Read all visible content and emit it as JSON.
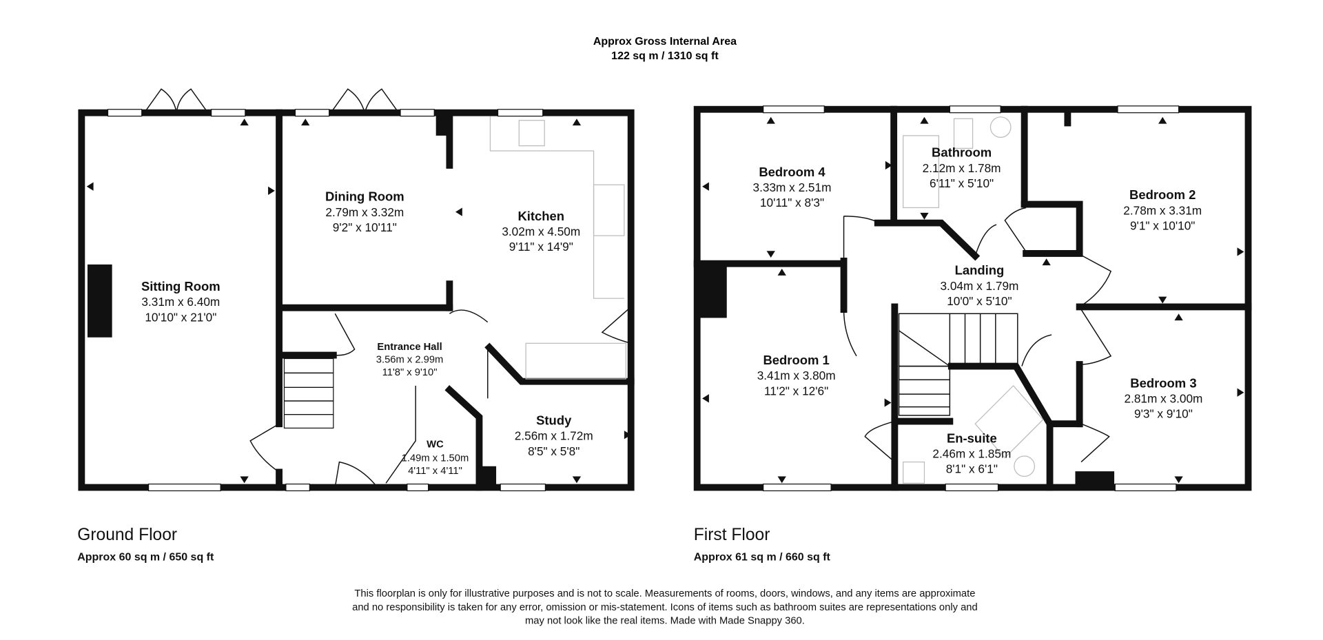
{
  "header": {
    "title": "Approx Gross Internal Area",
    "area": "122 sq m / 1310 sq ft"
  },
  "ground_floor": {
    "label": "Ground Floor",
    "area": "Approx 60 sq m / 650 sq ft",
    "rooms": [
      {
        "name": "Sitting Room",
        "metric": "3.31m x 6.40m",
        "imperial": "10'10\" x 21'0\""
      },
      {
        "name": "Dining Room",
        "metric": "2.79m x 3.32m",
        "imperial": "9'2\" x 10'11\""
      },
      {
        "name": "Kitchen",
        "metric": "3.02m x 4.50m",
        "imperial": "9'11\" x 14'9\""
      },
      {
        "name": "Entrance Hall",
        "metric": "3.56m x 2.99m",
        "imperial": "11'8\" x 9'10\""
      },
      {
        "name": "Study",
        "metric": "2.56m x 1.72m",
        "imperial": "8'5\" x 5'8\""
      },
      {
        "name": "WC",
        "metric": "1.49m x 1.50m",
        "imperial": "4'11\" x 4'11\""
      }
    ]
  },
  "first_floor": {
    "label": "First Floor",
    "area": "Approx 61 sq m / 660 sq ft",
    "rooms": [
      {
        "name": "Bedroom 4",
        "metric": "3.33m x 2.51m",
        "imperial": "10'11\" x 8'3\""
      },
      {
        "name": "Bathroom",
        "metric": "2.12m x 1.78m",
        "imperial": "6'11\" x 5'10\""
      },
      {
        "name": "Bedroom 2",
        "metric": "2.78m x 3.31m",
        "imperial": "9'1\" x 10'10\""
      },
      {
        "name": "Landing",
        "metric": "3.04m x 1.79m",
        "imperial": "10'0\" x 5'10\""
      },
      {
        "name": "Bedroom 1",
        "metric": "3.41m x 3.80m",
        "imperial": "11'2\" x 12'6\""
      },
      {
        "name": "Bedroom 3",
        "metric": "2.81m x 3.00m",
        "imperial": "9'3\" x 9'10\""
      },
      {
        "name": "En-suite",
        "metric": "2.46m x 1.85m",
        "imperial": "8'1\" x 6'1\""
      }
    ]
  },
  "disclaimer": [
    "This floorplan is only for illustrative purposes and is not to scale. Measurements of rooms, doors, windows, and any items are approximate",
    "and no responsibility is taken for any error, omission or mis-statement. Icons of items such as bathroom suites are representations only and",
    "may not look like the real items. Made with Made Snappy 360."
  ]
}
